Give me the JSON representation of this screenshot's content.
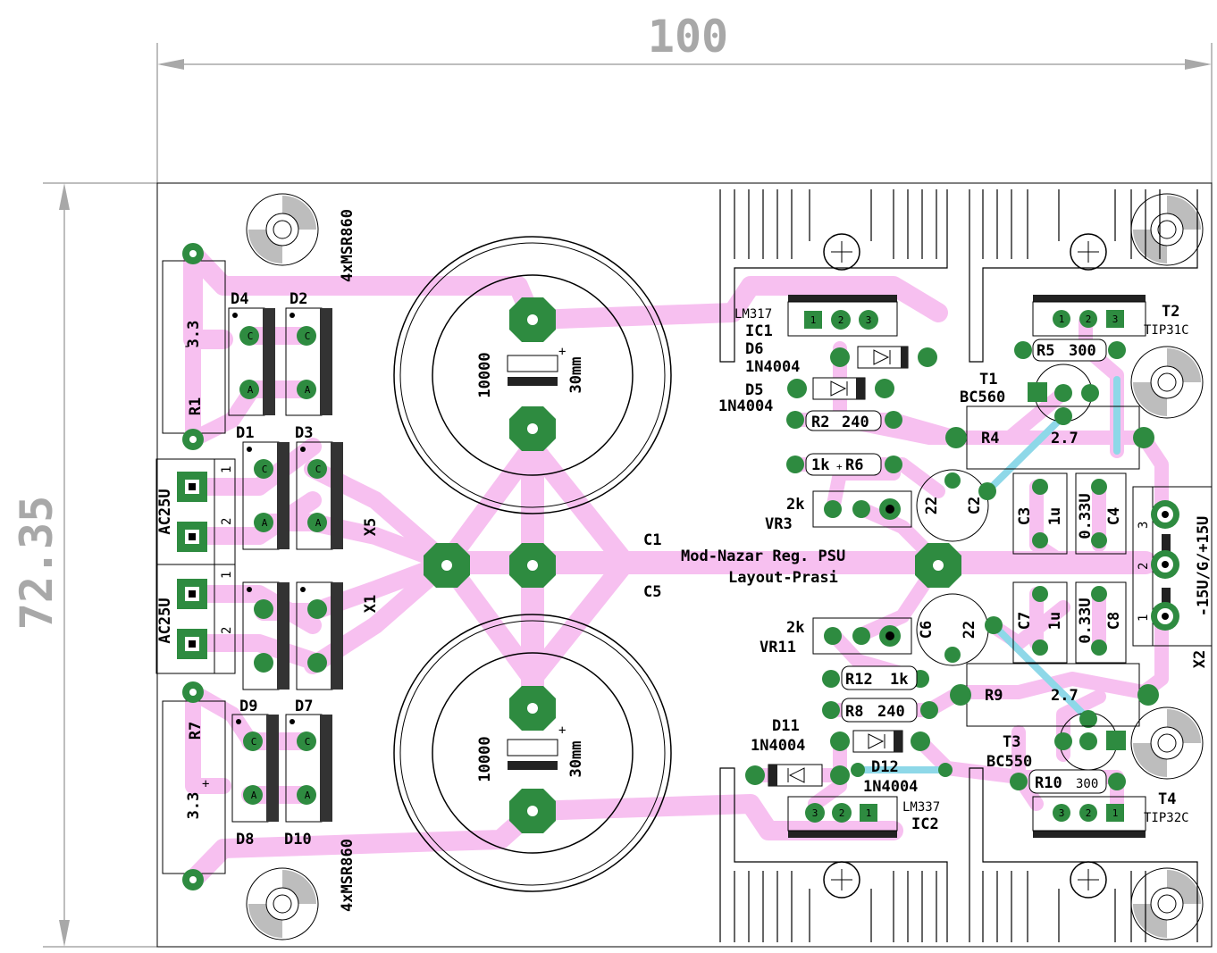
{
  "dimensions": {
    "width": "100",
    "height": "72.35"
  },
  "title": {
    "line1": "Mod-Nazar  Reg. PSU",
    "line2": "Layout-Prasi"
  },
  "bridge_top_label": "4xMSR860",
  "bridge_bottom_label": "4xMSR860",
  "capacitors": {
    "c1": {
      "ref": "C1",
      "value": "10000",
      "size": "30mm"
    },
    "c5": {
      "ref": "C5",
      "value": "10000",
      "size": "30mm"
    },
    "c2": {
      "ref": "C2",
      "value": "22"
    },
    "c6": {
      "ref": "C6",
      "value": "22"
    },
    "c3": {
      "ref": "C3",
      "value": "1u"
    },
    "c7": {
      "ref": "C7",
      "value": "1u"
    },
    "c4": {
      "ref": "C4",
      "value": "0.33U"
    },
    "c8": {
      "ref": "C8",
      "value": "0.33U"
    }
  },
  "connectors": {
    "x5": {
      "ref": "X5",
      "label": "AC25U"
    },
    "x1": {
      "ref": "X1",
      "label": "AC25U"
    },
    "x2": {
      "ref": "X2",
      "label": "-15U/G/+15U"
    }
  },
  "diodes": [
    "D4",
    "D2",
    "D1",
    "D3",
    "D9",
    "D7",
    "D8",
    "D10"
  ],
  "regulators": {
    "ic1": {
      "ref": "IC1",
      "part": "LM317"
    },
    "ic2": {
      "ref": "IC2",
      "part": "LM337"
    }
  },
  "protection_diodes": {
    "d6": {
      "ref": "D6",
      "part": "1N4004"
    },
    "d5": {
      "ref": "D5",
      "part": "1N4004"
    },
    "d11": {
      "ref": "D11",
      "part": "1N4004"
    },
    "d12": {
      "ref": "D12",
      "part": "1N4004"
    }
  },
  "resistors": {
    "r1": {
      "ref": "R1",
      "value": "3.3"
    },
    "r7": {
      "ref": "R7",
      "value": "3.3"
    },
    "r2": {
      "ref": "R2",
      "value": "240"
    },
    "r8": {
      "ref": "R8",
      "value": "240"
    },
    "r6": {
      "ref": "R6",
      "value": "1k"
    },
    "r12": {
      "ref": "R12",
      "value": "1k"
    },
    "r5": {
      "ref": "R5",
      "value": "300"
    },
    "r10": {
      "ref": "R10",
      "value": "300"
    },
    "r4": {
      "ref": "R4",
      "value": "2.7"
    },
    "r9": {
      "ref": "R9",
      "value": "2.7"
    }
  },
  "trimmers": {
    "vr3": {
      "ref": "VR3",
      "value": "2k"
    },
    "vr11": {
      "ref": "VR11",
      "value": "2k"
    }
  },
  "transistors": {
    "t1": {
      "ref": "T1",
      "part": "BC560"
    },
    "t2": {
      "ref": "T2",
      "part": "TIP31C"
    },
    "t3": {
      "ref": "T3",
      "part": "BC550"
    },
    "t4": {
      "ref": "T4",
      "part": "TIP32C"
    }
  },
  "pin_labels": {
    "one": "1",
    "two": "2",
    "three": "3",
    "anode": "A",
    "cathode": "C",
    "plus": "+",
    "minus": "-"
  },
  "colors": {
    "trace": "#f7c0f0",
    "bridge": "#8ed8e8",
    "pad": "#2e8b40",
    "dimension": "#a8a8a8"
  }
}
